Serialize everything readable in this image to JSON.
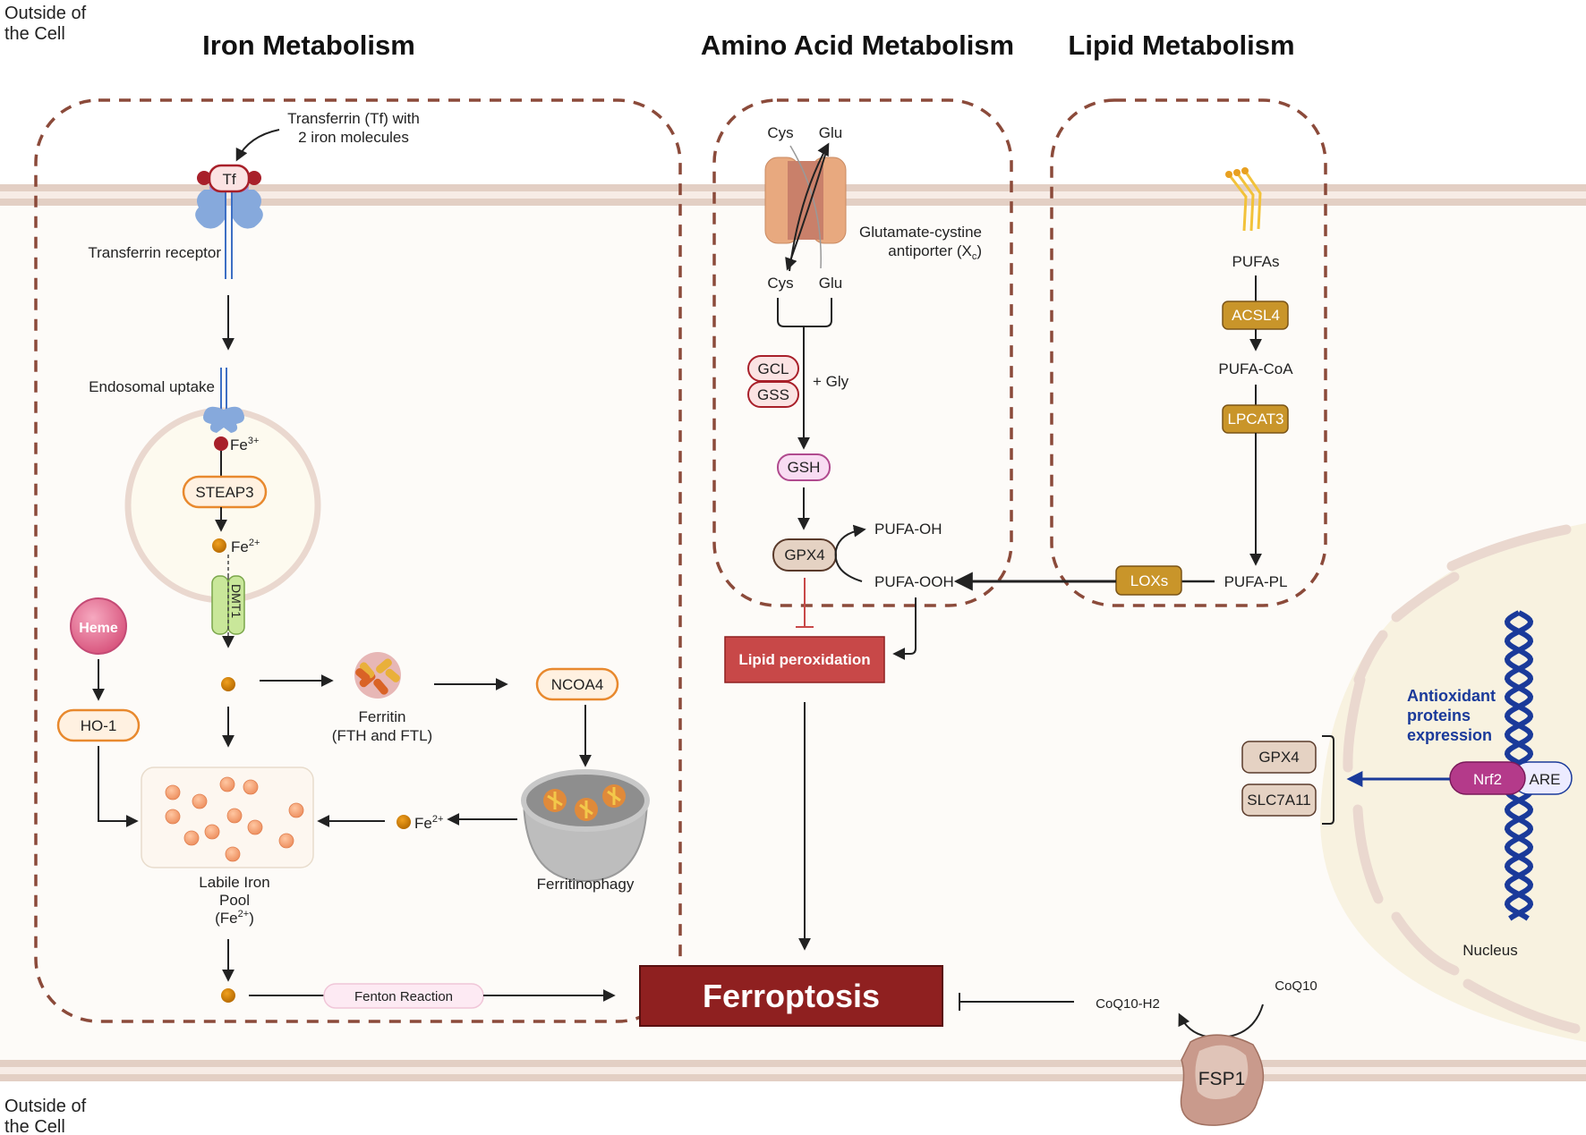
{
  "regions": {
    "outside_top": [
      "Outside of",
      "the Cell"
    ],
    "outside_bottom": [
      "Outside of",
      "the Cell"
    ]
  },
  "sections": {
    "iron": "Iron Metabolism",
    "amino": "Amino Acid Metabolism",
    "lipid": "Lipid Metabolism"
  },
  "iron": {
    "tf_note": [
      "Transferrin (Tf) with",
      "2 iron molecules"
    ],
    "tf": "Tf",
    "receptor": "Transferrin receptor",
    "endosomal": "Endosomal uptake",
    "fe3": "Fe",
    "fe3_sup": "3+",
    "steap3": "STEAP3",
    "fe2": "Fe",
    "fe2_sup": "2+",
    "dmt1": "DMT1",
    "heme": "Heme",
    "ho1": "HO-1",
    "ferritin": [
      "Ferritin",
      "(FTH and FTL)"
    ],
    "ncoa4": "NCOA4",
    "ferritinophagy": "Ferritinophagy",
    "fe2_release": "Fe",
    "fe2_release_sup": "2+",
    "lip": [
      "Labile Iron",
      "Pool",
      "(Fe",
      "2+",
      ")"
    ],
    "fenton": "Fenton Reaction"
  },
  "amino": {
    "cys_out": "Cys",
    "glu_out": "Glu",
    "cys_in": "Cys",
    "glu_in": "Glu",
    "antiporter": [
      "Glutamate-cystine",
      "antiporter (X",
      "c",
      ")"
    ],
    "gcl": "GCL",
    "gss": "GSS",
    "gly": "+ Gly",
    "gsh": "GSH",
    "gpx4": "GPX4",
    "pufa_oh": "PUFA-OH",
    "pufa_ooh": "PUFA-OOH",
    "lipid_perox": "Lipid peroxidation"
  },
  "lipid": {
    "pufas": "PUFAs",
    "acsl4": "ACSL4",
    "pufa_coa": "PUFA-CoA",
    "lpcat3": "LPCAT3",
    "pufa_pl": "PUFA-PL",
    "loxs": "LOXs"
  },
  "nucleus": {
    "label": "Nucleus",
    "antioxidant": [
      "Antioxidant",
      "proteins",
      "expression"
    ],
    "nrf2": "Nrf2",
    "are": "ARE",
    "targets": [
      "GPX4",
      "SLC7A11"
    ]
  },
  "fsp1": {
    "coq10": "CoQ10",
    "coq10h2": "CoQ10-H2",
    "fsp1": "FSP1"
  },
  "ferroptosis": "Ferroptosis",
  "colors": {
    "ferroptosis": "#8f2020",
    "lipid_perox": "#c84848",
    "dashed_border": "#8b4a3a",
    "enzyme_gold": "#c9952a",
    "nrf2": "#b43a8a",
    "dna": "#1a3a9a",
    "membrane": "#e3cfc4"
  }
}
